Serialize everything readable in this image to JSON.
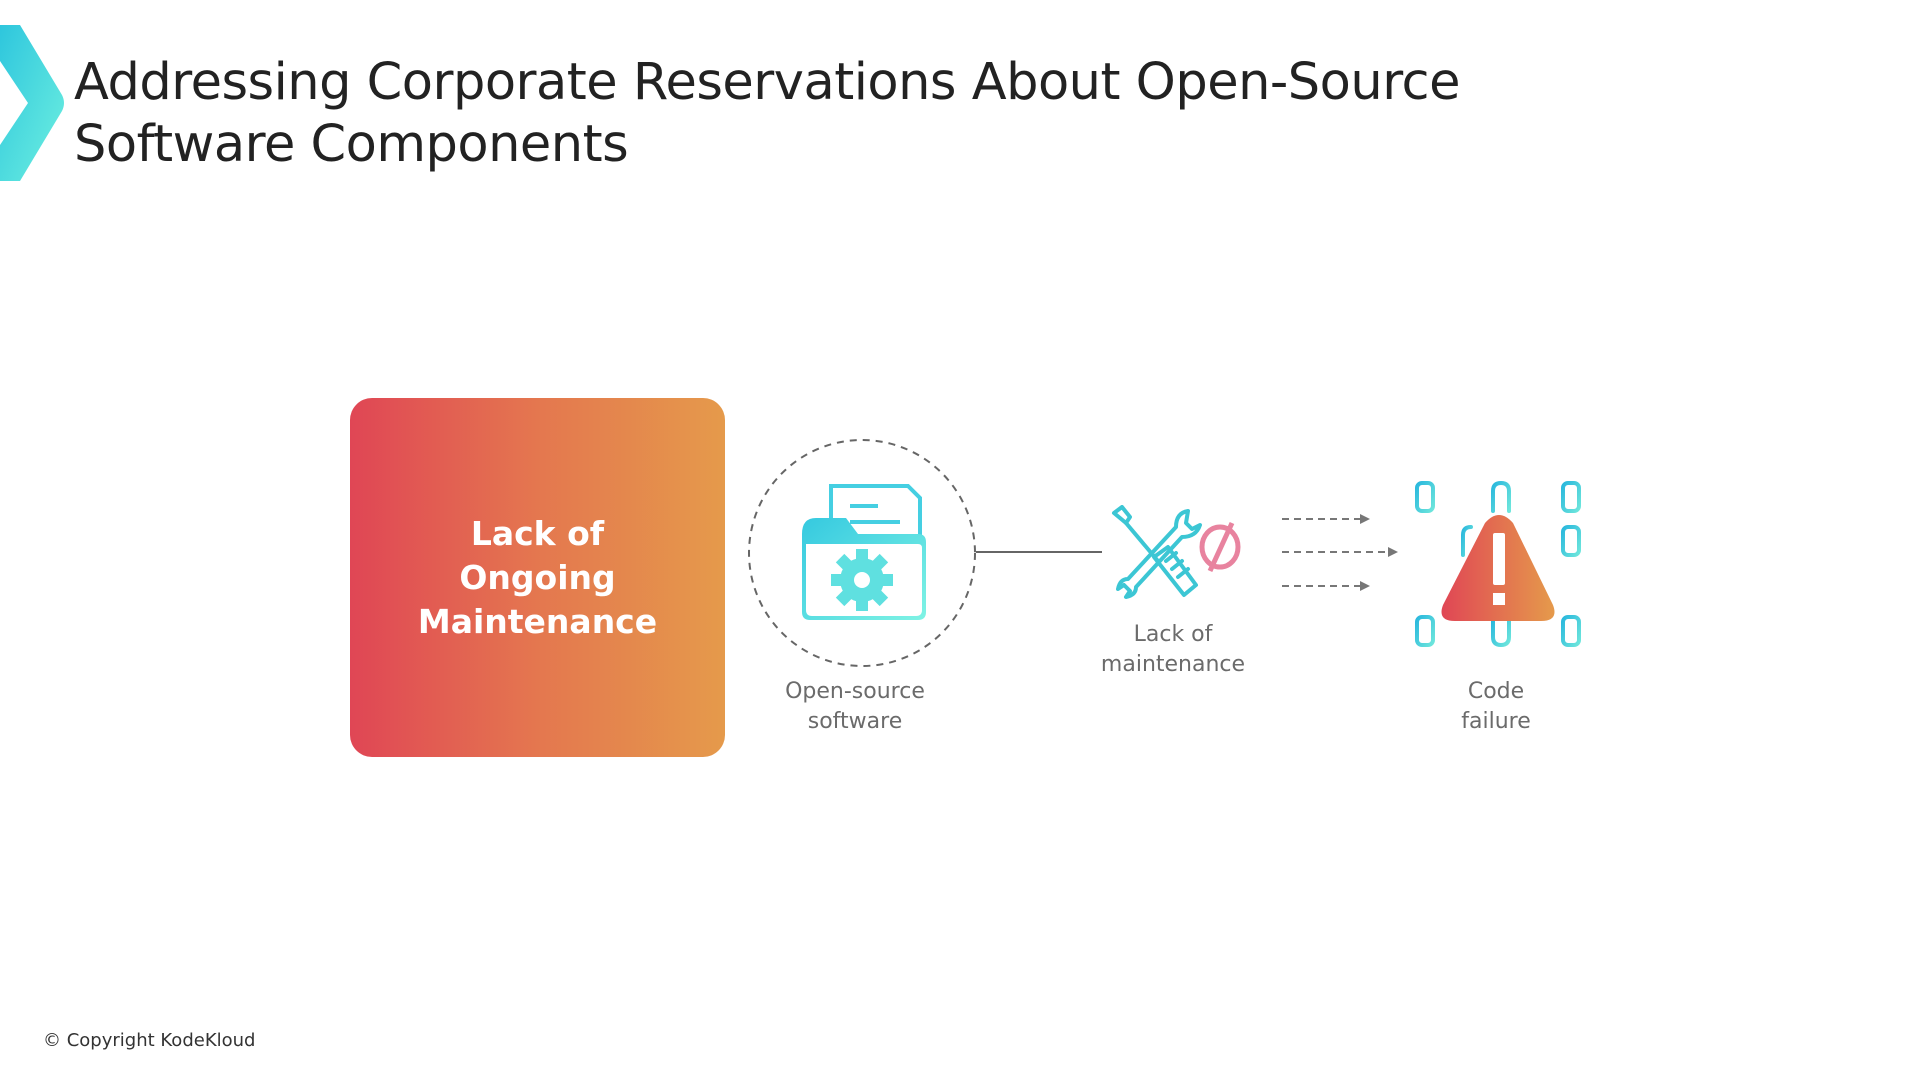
{
  "slide": {
    "title_lines": [
      "Addressing Corporate Reservations About Open-Source",
      "Software Components"
    ],
    "highlight_box": {
      "lines": [
        "Lack of",
        "Ongoing",
        "Maintenance"
      ]
    },
    "diagram": {
      "nodes": [
        {
          "icon": "folder-gear-icon",
          "label_lines": [
            "Open-source",
            "software"
          ]
        },
        {
          "icon": "tools-prohibited-icon",
          "label_lines": [
            "Lack of",
            "maintenance"
          ]
        },
        {
          "icon": "binary-warning-icon",
          "label_lines": [
            "Code",
            "failure"
          ]
        }
      ]
    },
    "copyright": "© Copyright KodeKloud"
  },
  "colors": {
    "accent_cyan": "#3ccfe0",
    "box_start": "#e04655",
    "box_end": "#e59a4b",
    "prohibited_pink": "#e8839f"
  }
}
